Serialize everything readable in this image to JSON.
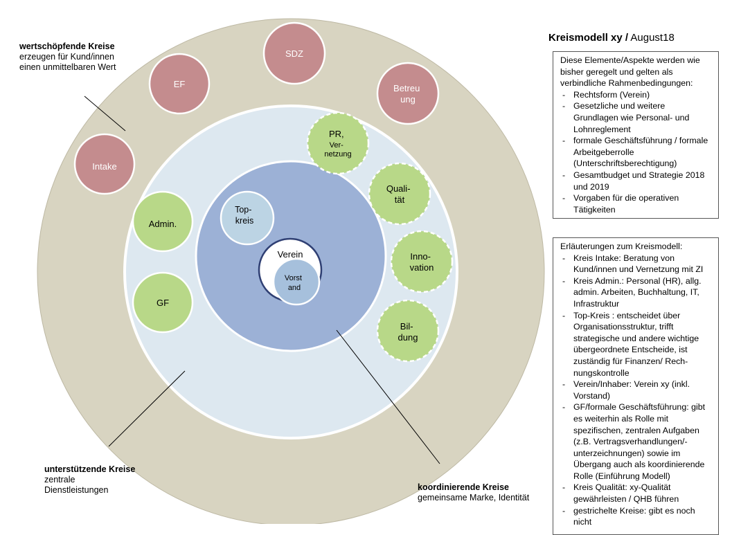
{
  "title": {
    "bold": "Kreismodell xy /",
    "rest": " August18"
  },
  "labels": {
    "wertschoepfend": {
      "title": "wertschöpfende Kreise",
      "lines": [
        "erzeugen für Kund/innen",
        "einen unmittelbaren Wert"
      ]
    },
    "unterstuetzend": {
      "title": "unterstützende Kreise",
      "lines": [
        "zentrale",
        "Dienstleistungen"
      ]
    },
    "koordinierend": {
      "title": "koordinierende Kreise",
      "lines": [
        "gemeinsame Marke, Identität"
      ]
    }
  },
  "circles": {
    "sdz": [
      "SDZ"
    ],
    "ef": [
      "EF"
    ],
    "betreuung": [
      "Betreu",
      "ung"
    ],
    "intake": [
      "Intake"
    ],
    "pr": [
      "PR,",
      "Ver-",
      "netzung"
    ],
    "qualitaet": [
      "Quali-",
      "tät"
    ],
    "innovation": [
      "Inno-",
      "vation"
    ],
    "bildung": [
      "Bil-",
      "dung"
    ],
    "admin": [
      "Admin."
    ],
    "gf": [
      "GF"
    ],
    "topkreis": [
      "Top-",
      "kreis"
    ],
    "verein": [
      "Verein"
    ],
    "vorstand": [
      "Vorst",
      "and"
    ]
  },
  "colors": {
    "outer_ring": "#d8d4c1",
    "middle_ring": "#dde8f0",
    "inner_circle": "#9cb1d6",
    "value_circle": "#c48c8e",
    "support_circle": "#b8d888",
    "topkreis": "#bcd4e4",
    "vorstand": "#a6c0dc",
    "verein_outline": "#2f3f73"
  },
  "box1": {
    "intro": "Diese Elemente/Aspekte werden wie bisher geregelt und gelten als verbindliche Rahmenbedingungen:",
    "items": [
      "Rechtsform (Verein)",
      "Gesetzliche und weitere Grundlagen wie Personal- und Lohnreglement",
      "formale Geschäftsführung / formale Arbeitgeberrolle (Unterschriftsberechtigung)",
      "Gesamtbudget und Strategie 2018 und 2019",
      "Vorgaben für die operativen Tätigkeiten"
    ]
  },
  "box2": {
    "intro": "Erläuterungen zum Kreismodell:",
    "items": [
      "Kreis Intake: Beratung von Kund/innen und Vernetzung mit ZI",
      "Kreis Admin.: Personal (HR),  allg. admin.  Arbeiten, Buchhaltung, IT, Infrastruktur",
      "Top-Kreis : entscheidet über Organisationsstruktur, trifft strategische und andere wichtige übergeordnete Entscheide, ist zuständig für Finanzen/ Rech-nungskontrolle",
      "Verein/Inhaber: Verein xy (inkl. Vorstand)",
      "GF/formale Geschäftsführung: gibt es weiterhin als Rolle mit spezifischen, zentralen Aufgaben (z.B. Vertragsverhandlungen/-unterzeichnungen) sowie im Übergang auch als koordinierende Rolle (Einführung Modell)",
      "Kreis Qualität: xy-Qualität gewährleisten / QHB führen",
      "gestrichelte Kreise:  gibt es noch nicht"
    ]
  }
}
